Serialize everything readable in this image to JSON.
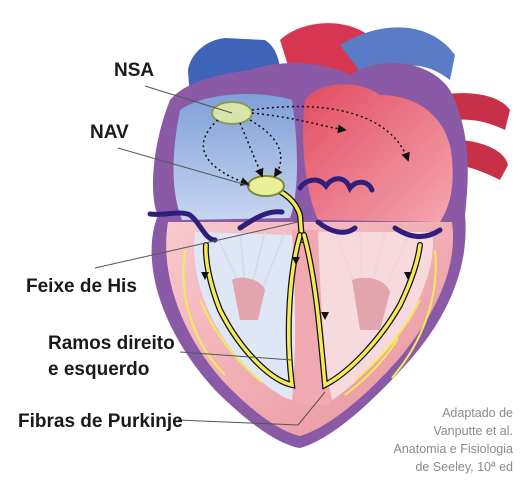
{
  "labels": {
    "sa_node": "NSA",
    "av_node": "NAV",
    "his_bundle": "Feixe de His",
    "bundle_branches_line1": "Ramos direito",
    "bundle_branches_line2": "e esquerdo",
    "purkinje": "Fibras de Purkinje"
  },
  "credit": {
    "line1": "Adaptado de",
    "line2": "Vanputte et al.",
    "line3": "Anatomia e Fisiologia",
    "line4": "de Seeley, 10ª ed"
  },
  "colors": {
    "right_heart_blue": "#9db8e6",
    "left_heart_red": "#e8707e",
    "myocardium_pink": "#f3b7bd",
    "outer_wall_purple": "#7c4d96",
    "conduction_yellow": "#f3ea5a",
    "valve_navy": "#2f1f7a"
  },
  "icons": {
    "sa_node": "oval-node",
    "av_node": "oval-node"
  }
}
